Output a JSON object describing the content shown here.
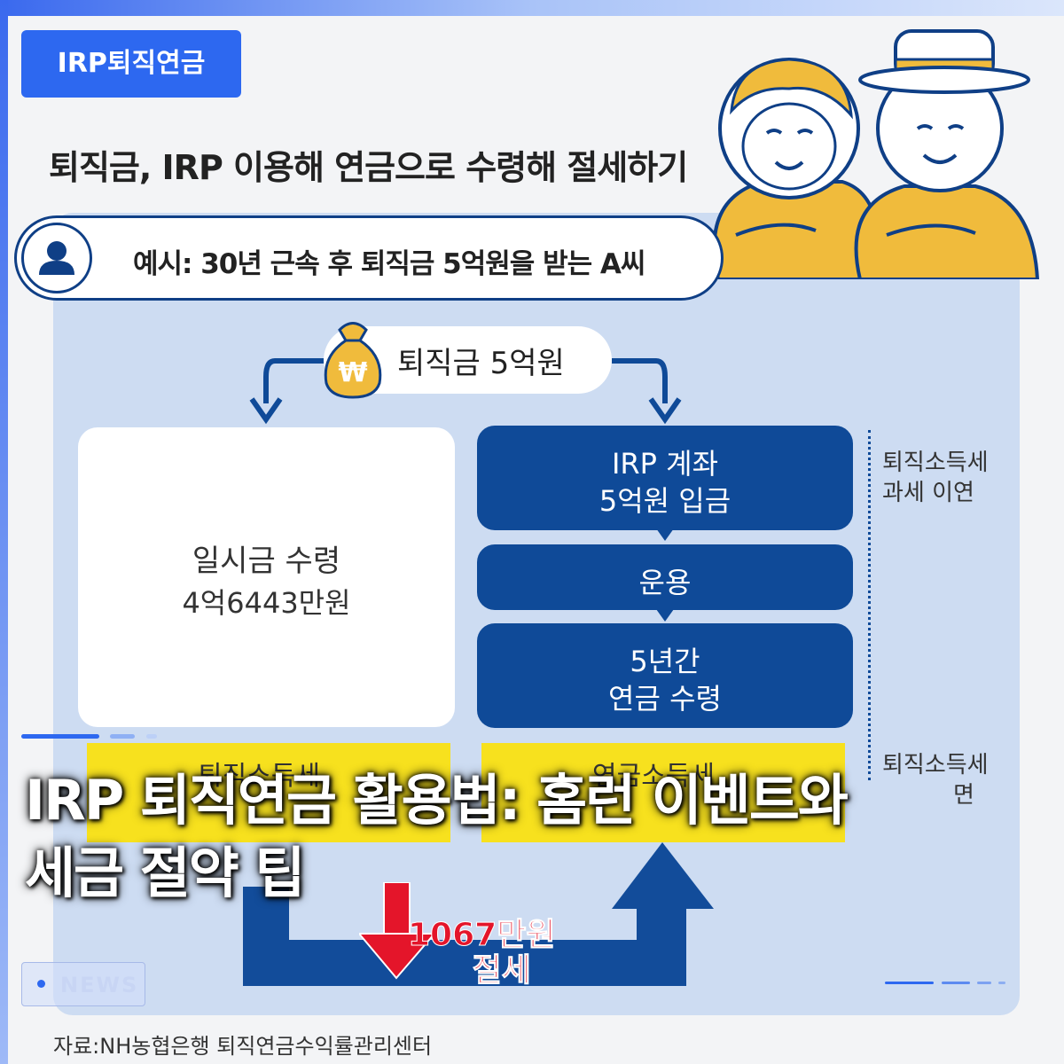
{
  "tag": {
    "label": "IRP퇴직연금"
  },
  "infographic": {
    "title": "퇴직금, IRP 이용해 연금으로 수령해 절세하기",
    "example": "예시: 30년 근속 후 퇴직금 5억원을 받는 A씨",
    "money_label": "퇴직금 5억원",
    "money_symbol": "₩",
    "lump_sum": {
      "line1": "일시금 수령",
      "line2": "4억6443만원"
    },
    "irp_box": {
      "line1": "IRP 계좌",
      "line2": "5억원 입금"
    },
    "operation": "운용",
    "pension_box": {
      "line1": "5년간",
      "line2": "연금 수령"
    },
    "side_note_top": {
      "line1": "퇴직소득세",
      "line2": "과세 이연"
    },
    "side_note_bottom": {
      "line1": "퇴직소득세",
      "line2": "면"
    },
    "yellow_left": "퇴직소득세",
    "yellow_right": "연금소득세",
    "savings": {
      "line1": "1067만원",
      "line2": "절세"
    },
    "source": "자료:NH농협은행 퇴직연금수익률관리센터",
    "colors": {
      "navy": "#0f4a98",
      "panel": "#cddcf2",
      "yellow": "#f7e11e",
      "red": "#e4152a",
      "accent": "#2d68f0"
    }
  },
  "headline": {
    "line1": "IRP 퇴직연금 활용법: 홈런 이벤트와",
    "line2": "세금 절약 팁"
  },
  "badge": {
    "label": "NEWS"
  }
}
